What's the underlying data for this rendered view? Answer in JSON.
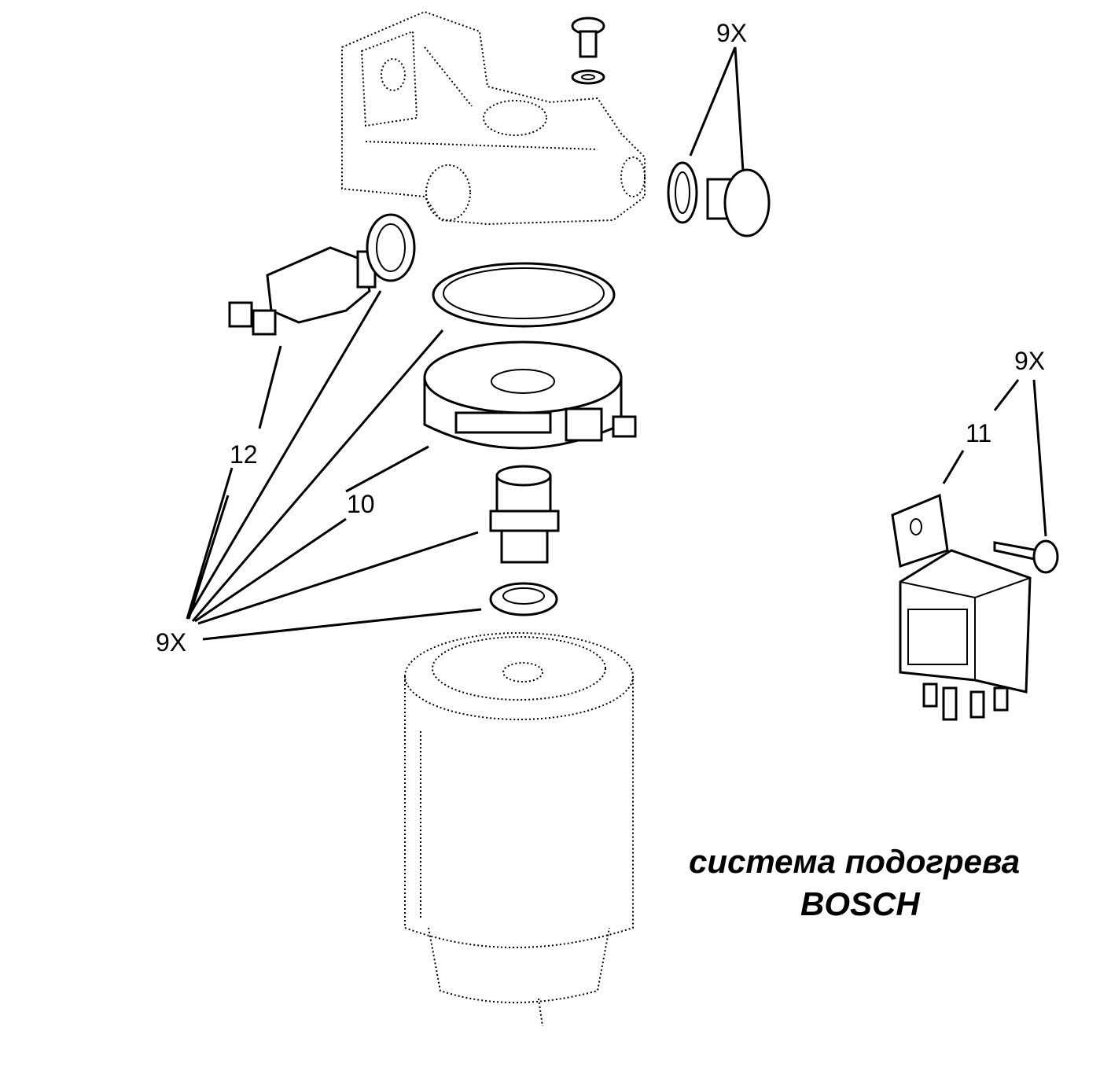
{
  "labels": {
    "top_right_qty": "9X",
    "relay_qty": "9X",
    "relay_part": "11",
    "sensor_part": "12",
    "heater_part": "10",
    "left_qty": "9X"
  },
  "caption": {
    "line1": "система подогрева",
    "line2": "BOSCH"
  }
}
